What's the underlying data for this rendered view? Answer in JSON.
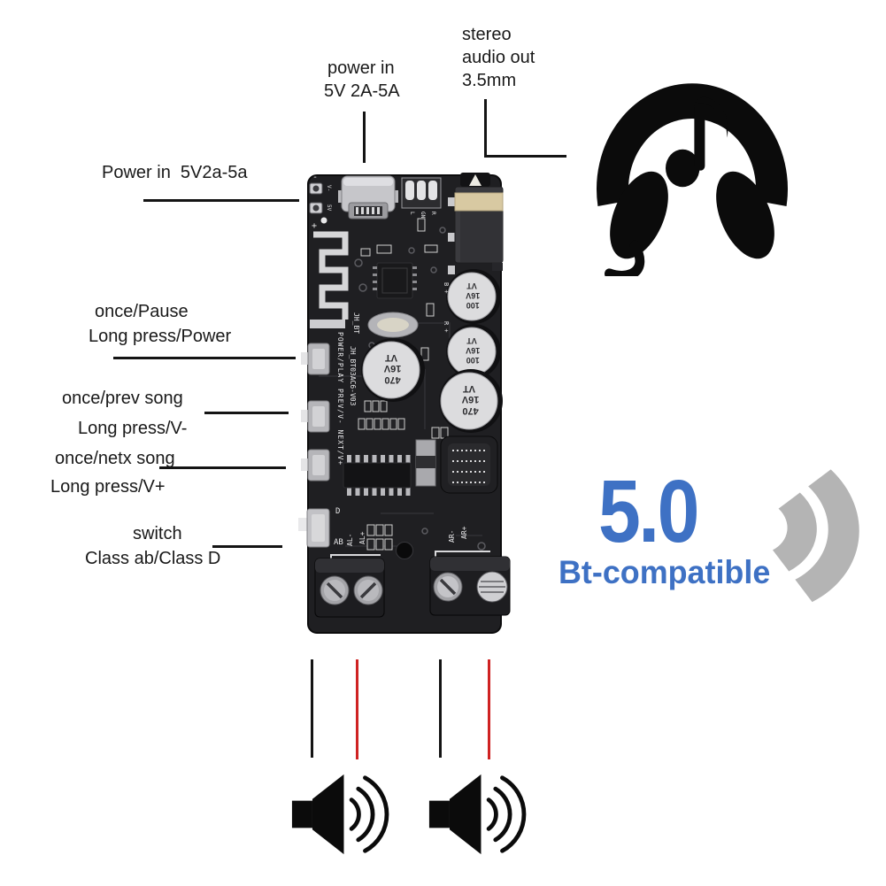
{
  "colors": {
    "accent_blue": "#3e71c4",
    "signal_gray": "#b4b4b4",
    "wire_red": "#cf2222",
    "ink_black": "#191919",
    "pcb_black": "#1f1f22",
    "jack_gold": "#d8c9a2"
  },
  "callouts": {
    "power_top": {
      "line1": "power in",
      "line2": "5V 2A-5A"
    },
    "audio_out": {
      "line1": "stereo",
      "line2": "audio out",
      "line3": "3.5mm"
    },
    "power_left": {
      "line1": "Power in  5V2a-5a"
    },
    "play": {
      "line1": "once/Pause",
      "line2": "Long press/Power"
    },
    "prev": {
      "line1": "once/prev song",
      "line2": "Long press/V-"
    },
    "next": {
      "line1": "once/netx song",
      "line2": "Long press/V+"
    },
    "mode_switch": {
      "line1": "switch",
      "line2": "Class ab/Class D"
    }
  },
  "bluetooth": {
    "version": "5.0",
    "label": "Bt-compatible"
  },
  "board": {
    "silkscreen": {
      "minus": "-",
      "plus": "+",
      "v_minus": "V-",
      "v_5": "5V",
      "pad_l": "L",
      "pad_gnd": "GND",
      "pad_r": "R",
      "module": "JH_BT",
      "model": "JH_BT03AC6-V03",
      "controls": "POWER/PLAY  PREV/V-  NEXT/V+",
      "b_plus": "B +",
      "r_plus": "R +",
      "d": "D",
      "ab": "AB",
      "al_minus": "AL-",
      "al_plus": "AL+",
      "ar_minus": "AR-",
      "ar_plus": "AR+"
    },
    "capacitors": [
      {
        "value": "100",
        "voltage": "16V",
        "mark": "VT"
      },
      {
        "value": "100",
        "voltage": "16V",
        "mark": "VT"
      },
      {
        "value": "470",
        "voltage": "16V",
        "mark": "VT"
      },
      {
        "value": "470",
        "voltage": "16V",
        "mark": "VT"
      }
    ]
  }
}
